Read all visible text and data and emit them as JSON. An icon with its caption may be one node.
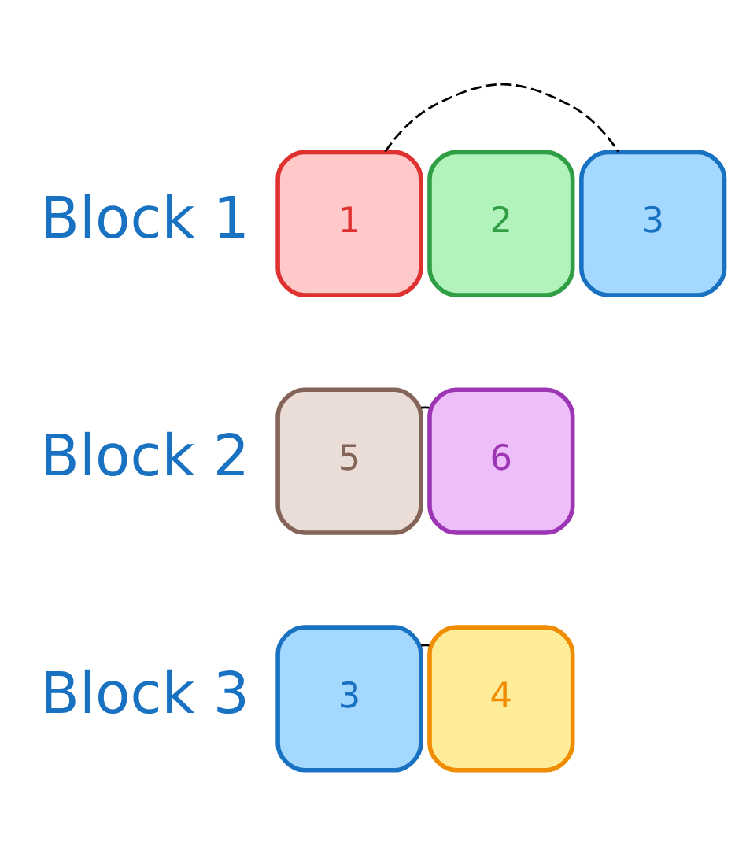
{
  "diagram": {
    "nodes": [
      {
        "text": [
          "1"
        ]
      },
      {
        "text": [
          "2"
        ]
      },
      {
        "text": [
          "3"
        ]
      },
      {
        "text": [
          "5"
        ]
      },
      {
        "text": [
          "6"
        ]
      },
      {
        "text": [
          "3"
        ]
      },
      {
        "text": [
          "4"
        ]
      }
    ],
    "edges": [
      {
        "from": 0,
        "to": 2,
        "arrow": "none",
        "style": "dashed"
      },
      {
        "from": 3,
        "to": 4,
        "arrow": "none",
        "style": "dashed"
      },
      {
        "from": 5,
        "to": 6,
        "arrow": "none",
        "style": "dashed"
      }
    ],
    "labels": [
      "Block 1",
      "Block 2",
      "Block 3"
    ]
  }
}
